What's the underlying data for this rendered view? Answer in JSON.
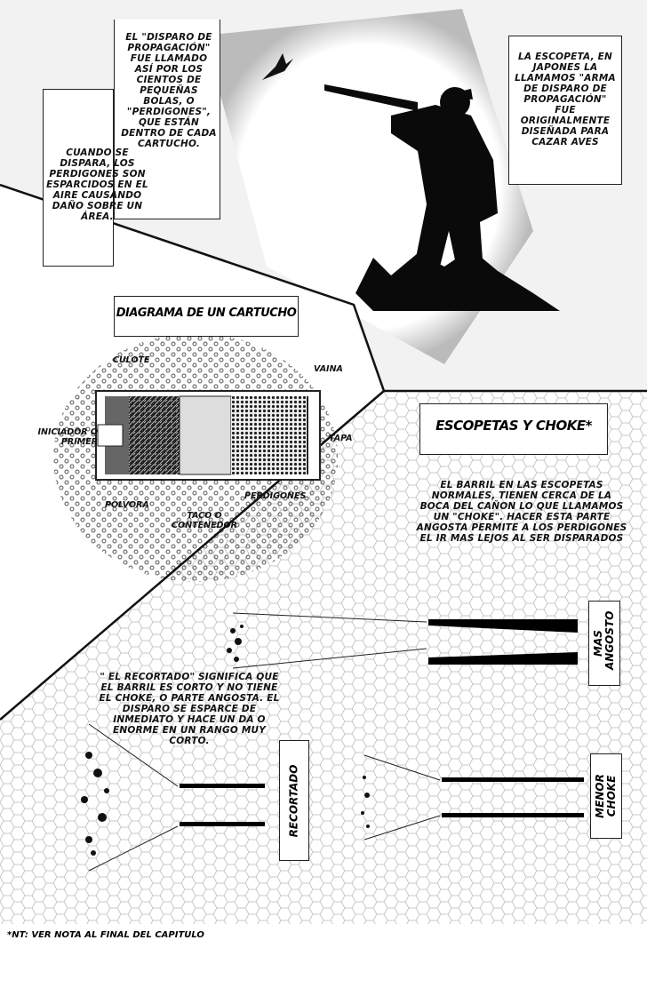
{
  "panel1": {
    "caption_propagation": "El \"disparo de propagación\" fue llamado así por los cientos de pequeñas bolas, o \"perdigones\", que están dentro de cada cartucho.",
    "caption_fired": "Cuando se dispara, los perdigones son esparcidos en el aire causando daño sobre un área.",
    "caption_shotgun": "La escopeta, en japones la llamamos \"arma de disparo de propagación\" fue originalmente diseñada para cazar aves"
  },
  "panel2": {
    "title": "DIAGRAMA DE UN CARTUCHO",
    "labels": {
      "culote": "CULOTE",
      "vaina": "VAINA",
      "primer": "INICIADOR O PRIMER",
      "tapa": "TAPA",
      "polvora": "POLVORA",
      "taco": "TACO O CONTENEDOR",
      "perdigones": "PERDIGONES"
    }
  },
  "panel3": {
    "title": "ESCOPETAS Y CHOKE*",
    "caption_choke": "El barril en las escopetas normales, tienen cerca de la boca del cañon lo que llamamos un \"choke\". Hacer esta parte angosta permite a los perdigones el ir mas lejos al ser disparados",
    "caption_sawed": "\" El recortado\" significa que el barril es corto y no tiene el choke, o parte angosta. El disparo se esparce de inmediato y hace un da  o enorme en un rango muy corto.",
    "label_narrow": "MAS ANGOSTO",
    "label_sawed": "RECORTADO",
    "label_less": "MENOR CHOKE"
  },
  "footnote": "*NT: VER NOTA AL FINAL DEL CAPITULO"
}
